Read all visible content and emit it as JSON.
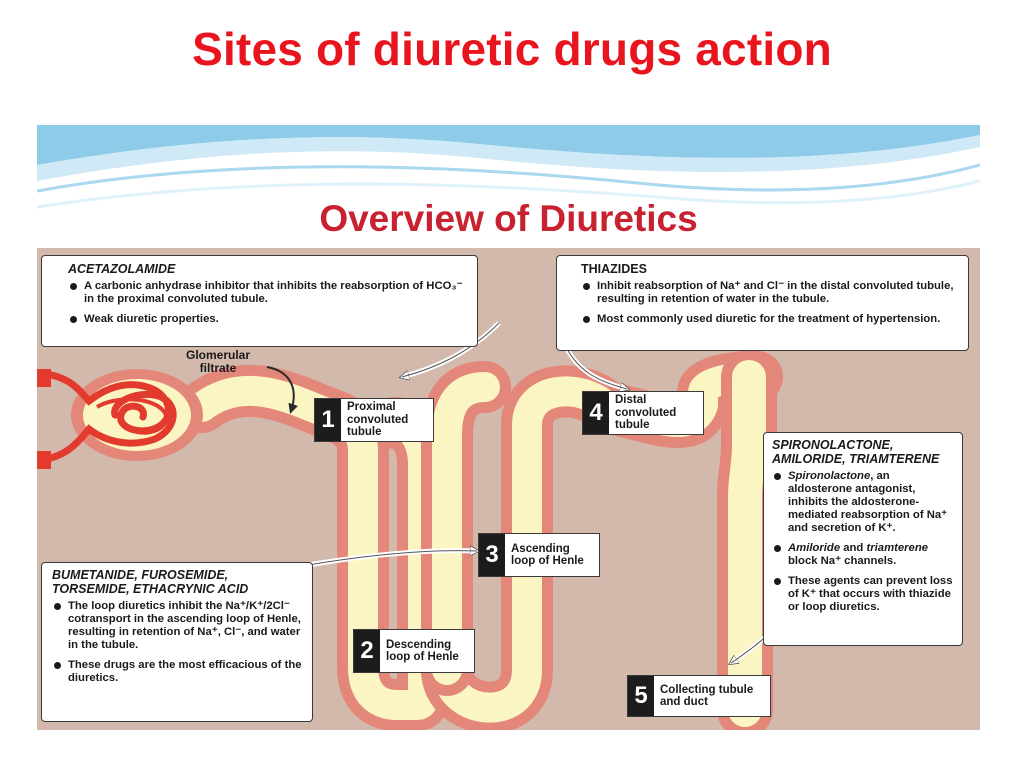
{
  "slide_title": "Sites of diuretic drugs action",
  "figure_heading": "Overview of Diuretics",
  "colors": {
    "title_red": "#e8141e",
    "heading_red": "#c8212f",
    "background": "#d2b9ab",
    "tubule_wall": "#e3877a",
    "tubule_lumen": "#fbf5c3",
    "vessel_red": "#e23b2e"
  },
  "boxes": {
    "acetazolamide": {
      "title": "ACETAZOLAMIDE",
      "bullets": [
        "A carbonic anhydrase inhibitor that inhibits the reabsorption of HCO₃⁻ in the proximal convoluted tubule.",
        "Weak diuretic properties."
      ]
    },
    "thiazides": {
      "title": "THIAZIDES",
      "bullets": [
        "Inhibit reabsorption of Na⁺ and Cl⁻ in the distal convoluted tubule, resulting in retention of water in the tubule.",
        "Most commonly used diuretic for the treatment of hypertension."
      ]
    },
    "potassium_sparing": {
      "title": "SPIRONOLACTONE, AMILORIDE, TRIAMTERENE",
      "bullet1_drug": "Spironolactone",
      "bullet1_rest": ", an aldosterone antagonist, inhibits the aldosterone-mediated reabsorption of Na⁺ and secretion of K⁺.",
      "bullet2_drug_a": "Amiloride",
      "bullet2_and": " and ",
      "bullet2_drug_b": "triamterene",
      "bullet2_rest": " block Na⁺ channels.",
      "bullet3": "These agents can prevent loss of K⁺ that occurs with thiazide or loop diuretics."
    },
    "loop": {
      "title": "BUMETANIDE, FUROSEMIDE, TORSEMIDE, ETHACRYNIC ACID",
      "bullets": [
        "The loop diuretics inhibit the Na⁺/K⁺/2Cl⁻ cotransport in the ascending loop of Henle, resulting in retention of Na⁺, Cl⁻, and water in the tubule.",
        "These drugs are the most efficacious of the diuretics."
      ]
    }
  },
  "glomerular_label": "Glomerular filtrate",
  "sites": [
    {
      "number": "1",
      "label": "Proximal convoluted tubule"
    },
    {
      "number": "2",
      "label": "Descending loop of Henle"
    },
    {
      "number": "3",
      "label": "Ascending loop of Henle"
    },
    {
      "number": "4",
      "label": "Distal convoluted tubule"
    },
    {
      "number": "5",
      "label": "Collecting tubule and duct"
    }
  ]
}
